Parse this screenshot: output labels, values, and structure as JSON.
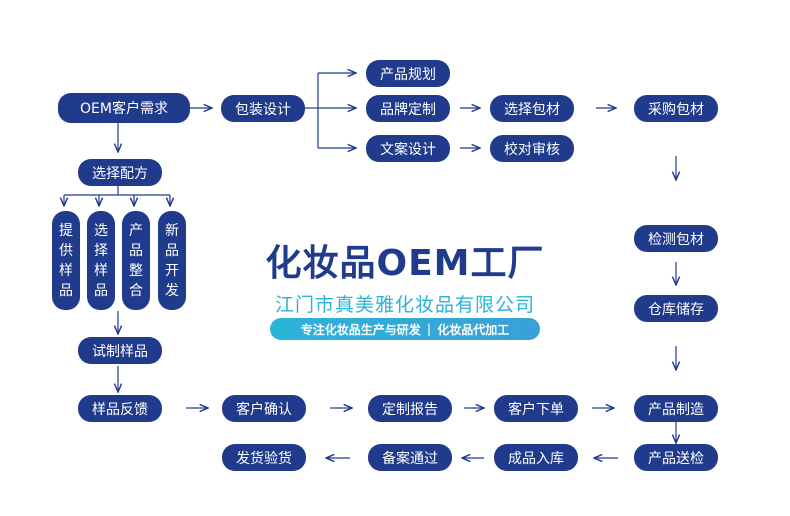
{
  "nodes": {
    "oem_demand": "OEM客户需求",
    "package_design": "包装设计",
    "product_planning": "产品规划",
    "brand_custom": "品牌定制",
    "copy_design": "文案设计",
    "select_material": "选择包材",
    "proofread": "校对审核",
    "purchase_material": "采购包材",
    "select_formula": "选择配方",
    "provide_sample": "提供样品",
    "select_sample": "选择样品",
    "product_adjust": "产品整合",
    "new_product": "新品开发",
    "inspect_material": "检测包材",
    "warehouse": "仓库储存",
    "trial_sample": "试制样品",
    "sample_feedback": "样品反馈",
    "customer_confirm": "客户确认",
    "custom_report": "定制报告",
    "customer_order": "客户下单",
    "production": "产品制造",
    "product_inspect": "产品送检",
    "finished_storage": "成品入库",
    "filing": "备案通过",
    "shipment": "发货验货"
  },
  "center": {
    "title": "化妆品OEM工厂",
    "company": "江门市真美雅化妆品有限公司",
    "tag_left": "专注化妆品生产与研发",
    "tag_sep": "|",
    "tag_right": "化妆品代加工"
  },
  "colors": {
    "node": "#203a8c",
    "title": "#203a8c",
    "subtitle": "#2ab4d8",
    "arrow": "#203a8c"
  }
}
